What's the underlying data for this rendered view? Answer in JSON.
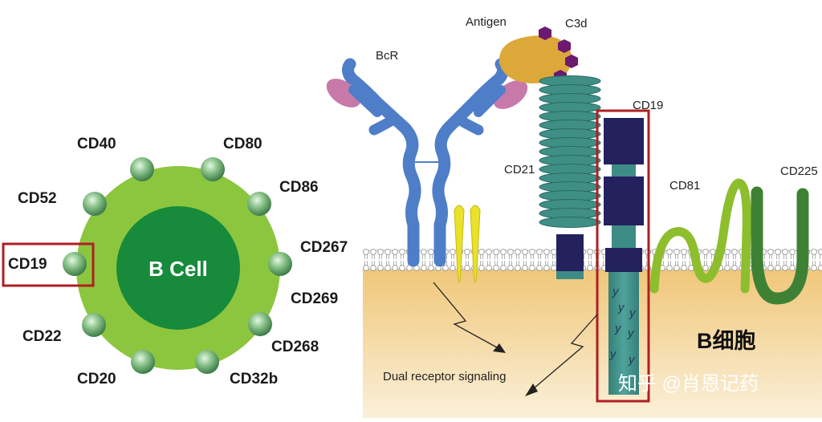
{
  "left_panel": {
    "cell_label": "B Cell",
    "markers": {
      "cd40": "CD40",
      "cd80": "CD80",
      "cd52": "CD52",
      "cd86": "CD86",
      "cd19": "CD19",
      "cd267": "CD267",
      "cd269": "CD269",
      "cd22": "CD22",
      "cd268": "CD268",
      "cd20": "CD20",
      "cd32b": "CD32b"
    }
  },
  "right_panel": {
    "labels": {
      "antigen": "Antigen",
      "c3d": "C3d",
      "bcr": "BcR",
      "cd19": "CD19",
      "cd21": "CD21",
      "cd81": "CD81",
      "cd225": "CD225",
      "signaling": "Dual receptor signaling",
      "title": "B细胞",
      "watermark": "知乎 @肖恩记药"
    },
    "tyrosine_glyph": "y"
  },
  "colors": {
    "outer_cell": "#8cc63e",
    "nucleus": "#178a3b",
    "marker_bead": "#6fae72",
    "highlight_box": "#b01e23",
    "bcr": "#4f7ec8",
    "bcr_light": "#c779aa",
    "antigen": "#dda83a",
    "c3d": "#6b1a70",
    "cd21": "#3f8f86",
    "cd19_dark": "#23215e",
    "cd19_teal": "#3e8c86",
    "cd81": "#8dbe2d",
    "cd225": "#3f8134",
    "membrane_lower": "#f0c87b",
    "cd79": "#e9e12a"
  }
}
